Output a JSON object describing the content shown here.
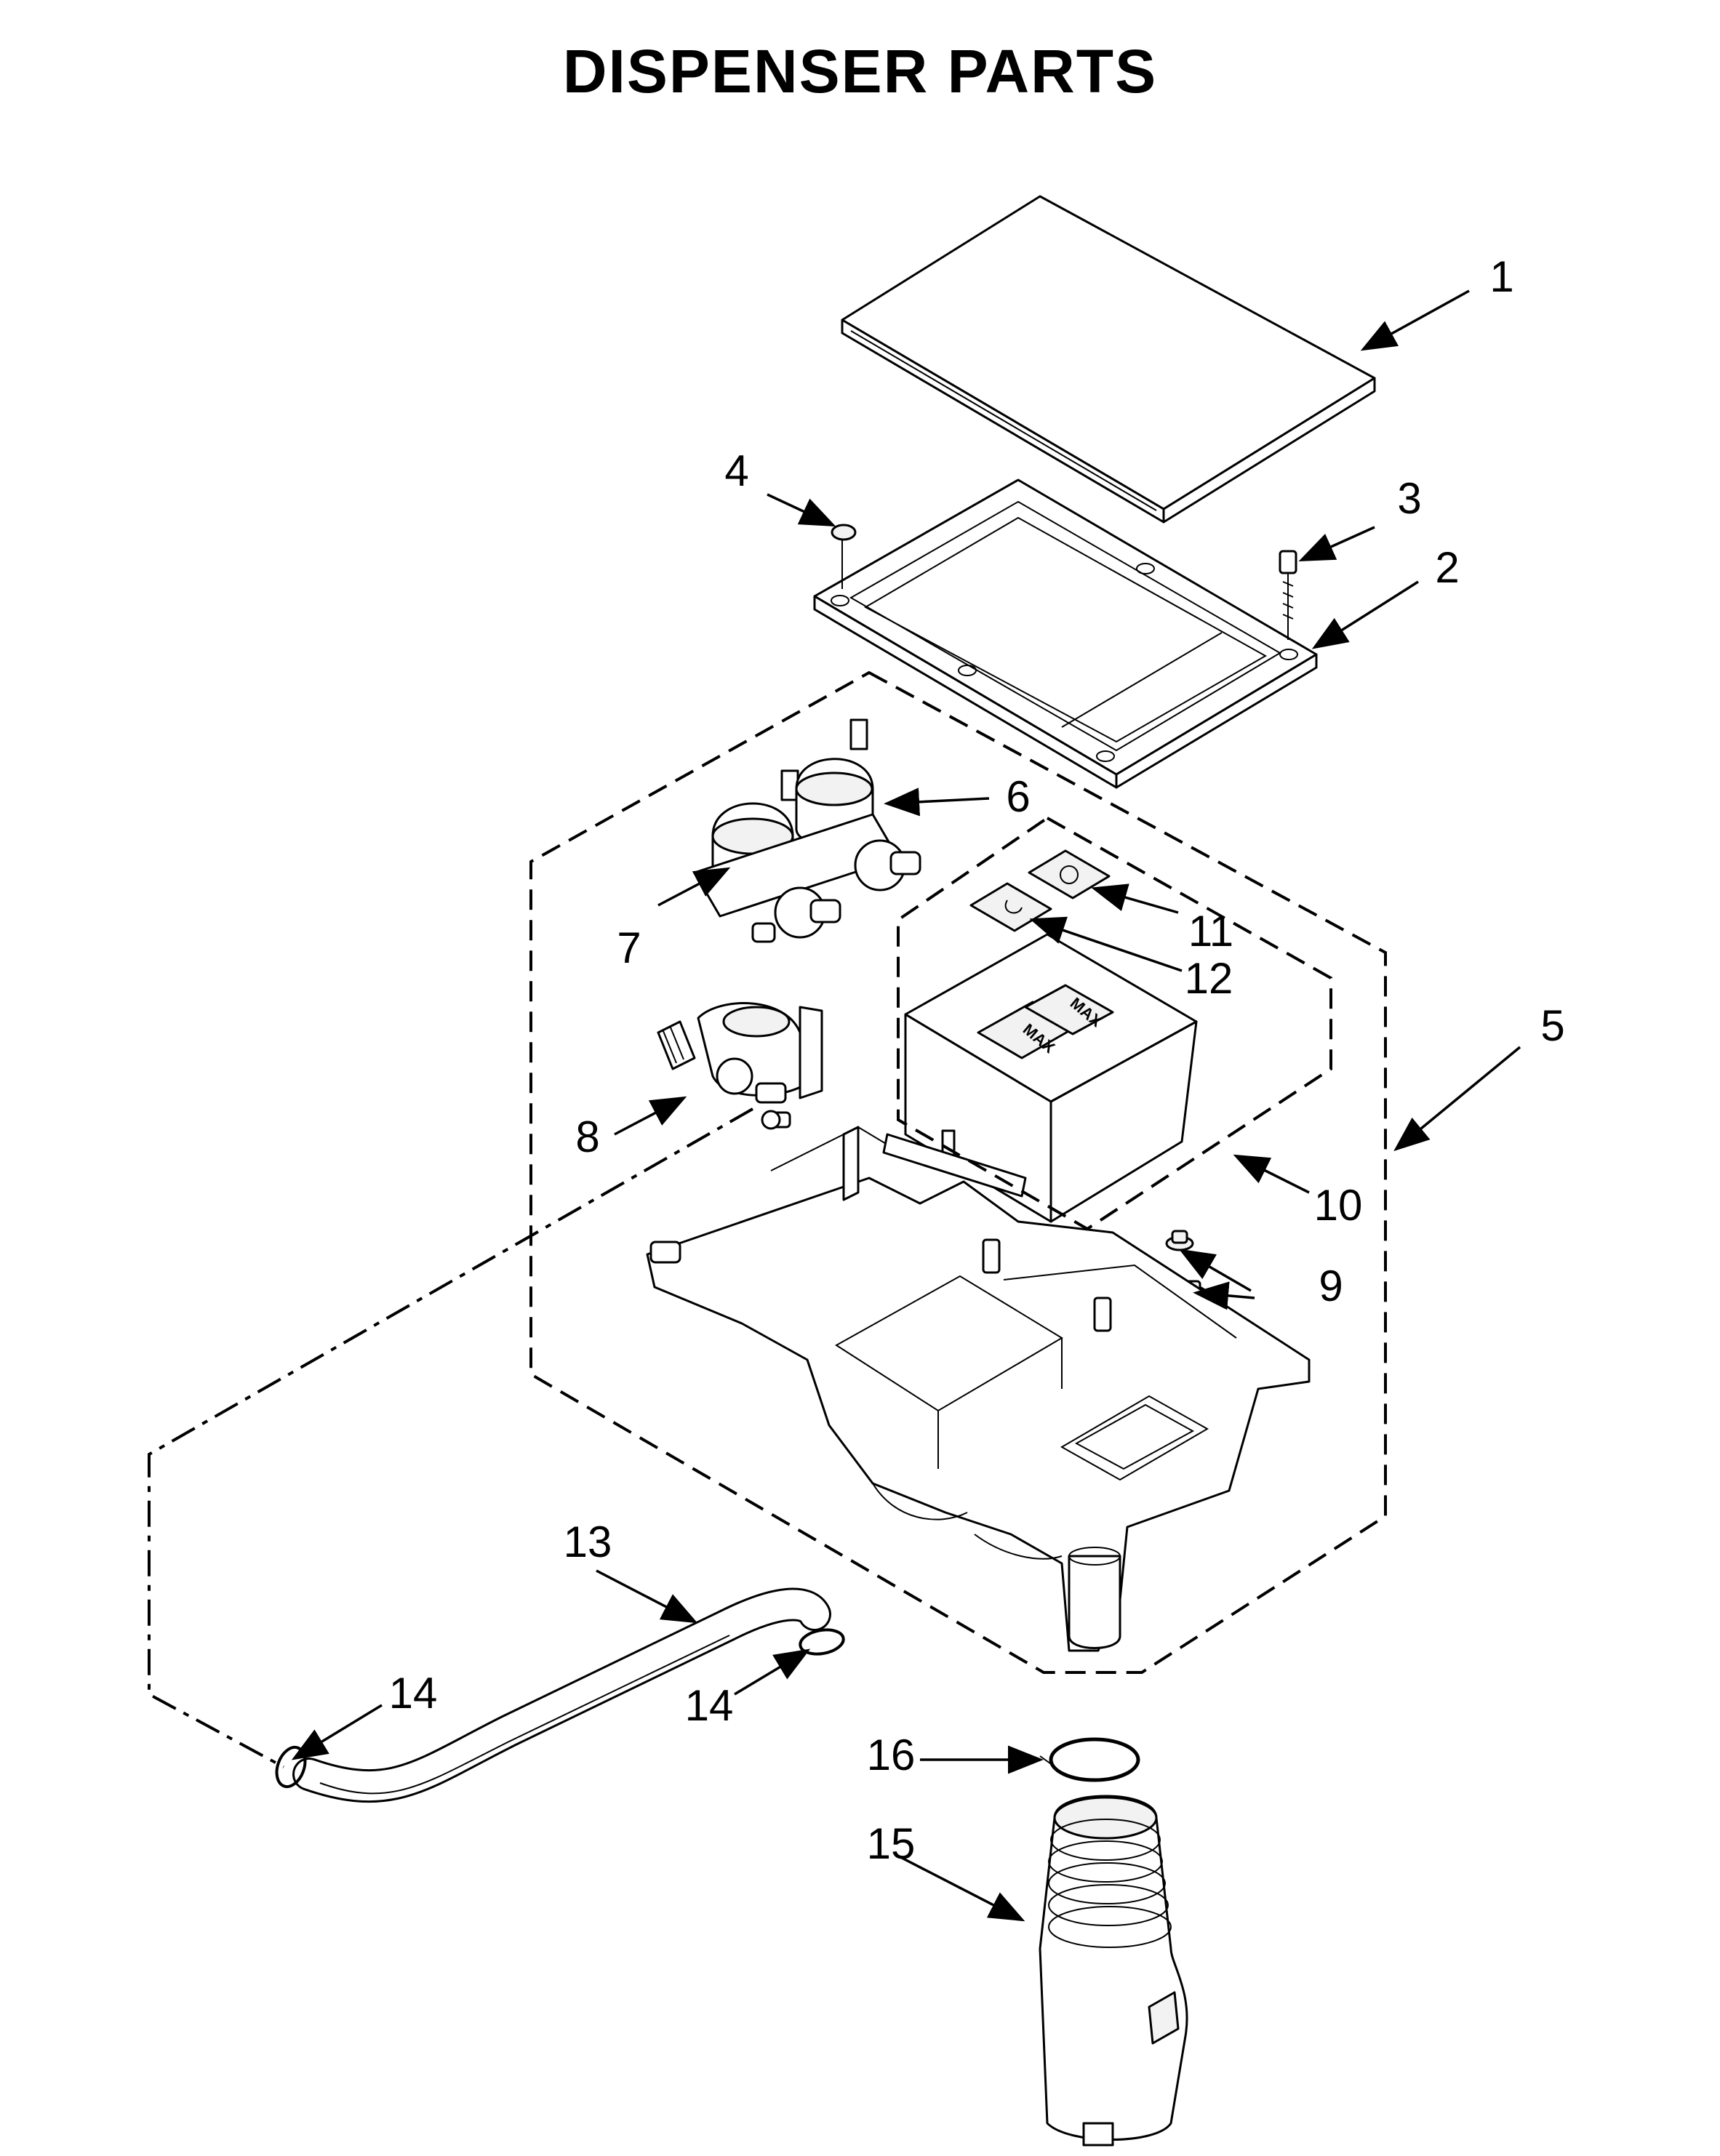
{
  "title": "DISPENSER PARTS",
  "callouts": {
    "c1": "1",
    "c2": "2",
    "c3": "3",
    "c4": "4",
    "c5": "5",
    "c6": "6",
    "c7": "7",
    "c8": "8",
    "c9": "9",
    "c10": "10",
    "c11": "11",
    "c12": "12",
    "c13": "13",
    "c14a": "14",
    "c14b": "14",
    "c15": "15",
    "c16": "16"
  },
  "box_labels": {
    "max_left": "MAX",
    "max_right": "MAX"
  }
}
